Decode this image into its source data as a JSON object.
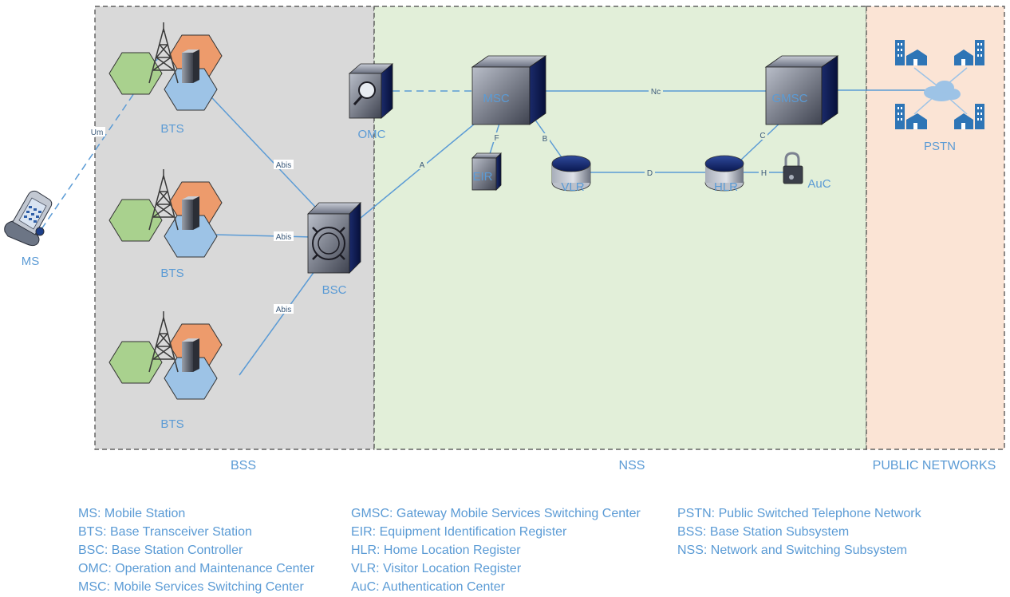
{
  "regions": {
    "bss": "BSS",
    "nss": "NSS",
    "public": "PUBLIC NETWORKS"
  },
  "nodes": {
    "ms": "MS",
    "bts1": "BTS",
    "bts2": "BTS",
    "bts3": "BTS",
    "bsc": "BSC",
    "omc": "OMC",
    "msc": "MSC",
    "eir": "EIR",
    "vlr": "VLR",
    "hlr": "HLR",
    "auc": "AuC",
    "gmsc": "GMSC",
    "pstn": "PSTN"
  },
  "interfaces": {
    "um": "Um",
    "abis1": "Abis",
    "abis2": "Abis",
    "abis3": "Abis",
    "a": "A",
    "f": "F",
    "b": "B",
    "d": "D",
    "h": "H",
    "c": "C",
    "nc": "Nc"
  },
  "legend": {
    "col1": [
      "MS: Mobile Station",
      "BTS: Base Transceiver Station",
      "BSC: Base Station Controller",
      "OMC: Operation and Maintenance Center",
      "MSC: Mobile Services Switching Center"
    ],
    "col2": [
      "GMSC: Gateway Mobile Services Switching Center",
      "EIR: Equipment Identification Register",
      "HLR: Home Location Register",
      "VLR: Visitor Location Register",
      "AuC: Authentication Center"
    ],
    "col3": [
      "PSTN: Public Switched Telephone Network",
      "BSS: Base Station Subsystem",
      "NSS: Network and Switching Subsystem"
    ]
  }
}
